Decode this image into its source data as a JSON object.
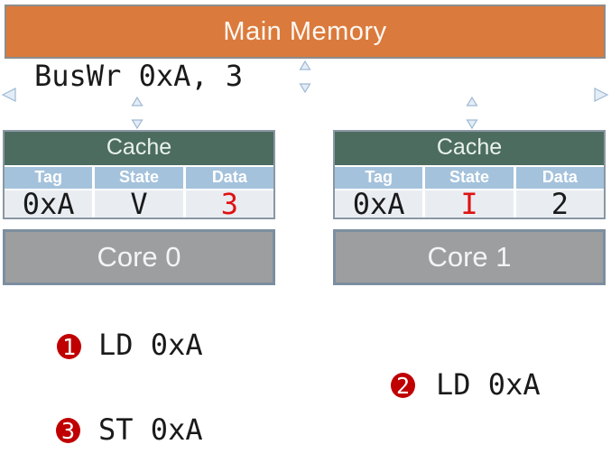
{
  "memory": {
    "label": "Main Memory"
  },
  "bus": {
    "label": "BusWr 0xA, 3"
  },
  "caches": [
    {
      "title": "Cache",
      "columns": [
        "Tag",
        "State",
        "Data"
      ],
      "row": [
        "0xA",
        "V",
        "3"
      ],
      "highlighted_cell": "Data"
    },
    {
      "title": "Cache",
      "columns": [
        "Tag",
        "State",
        "Data"
      ],
      "row": [
        "0xA",
        "I",
        "2"
      ],
      "highlighted_cell": "State"
    }
  ],
  "cores": [
    {
      "label": "Core 0"
    },
    {
      "label": "Core 1"
    }
  ],
  "steps": [
    {
      "num": "1",
      "label": "LD 0xA"
    },
    {
      "num": "2",
      "label": "LD 0xA"
    },
    {
      "num": "3",
      "label": "ST 0xA"
    }
  ],
  "colors": {
    "orange": "#DB7A3D",
    "memory-border": "#8C8C8C",
    "green": "#4C6C60",
    "header-blue": "#A4C2DC",
    "row-bg": "#E9EDF2",
    "table-border": "#8A97A4",
    "core-gray": "#9D9EA0",
    "core-border": "#7C8EA0",
    "arrow-blue": "#9FB9D4",
    "arrow-fill": "#E4EDF6",
    "badge-red": "#C00000",
    "value-red": "#E01111",
    "text-black": "#1A1A1A"
  }
}
